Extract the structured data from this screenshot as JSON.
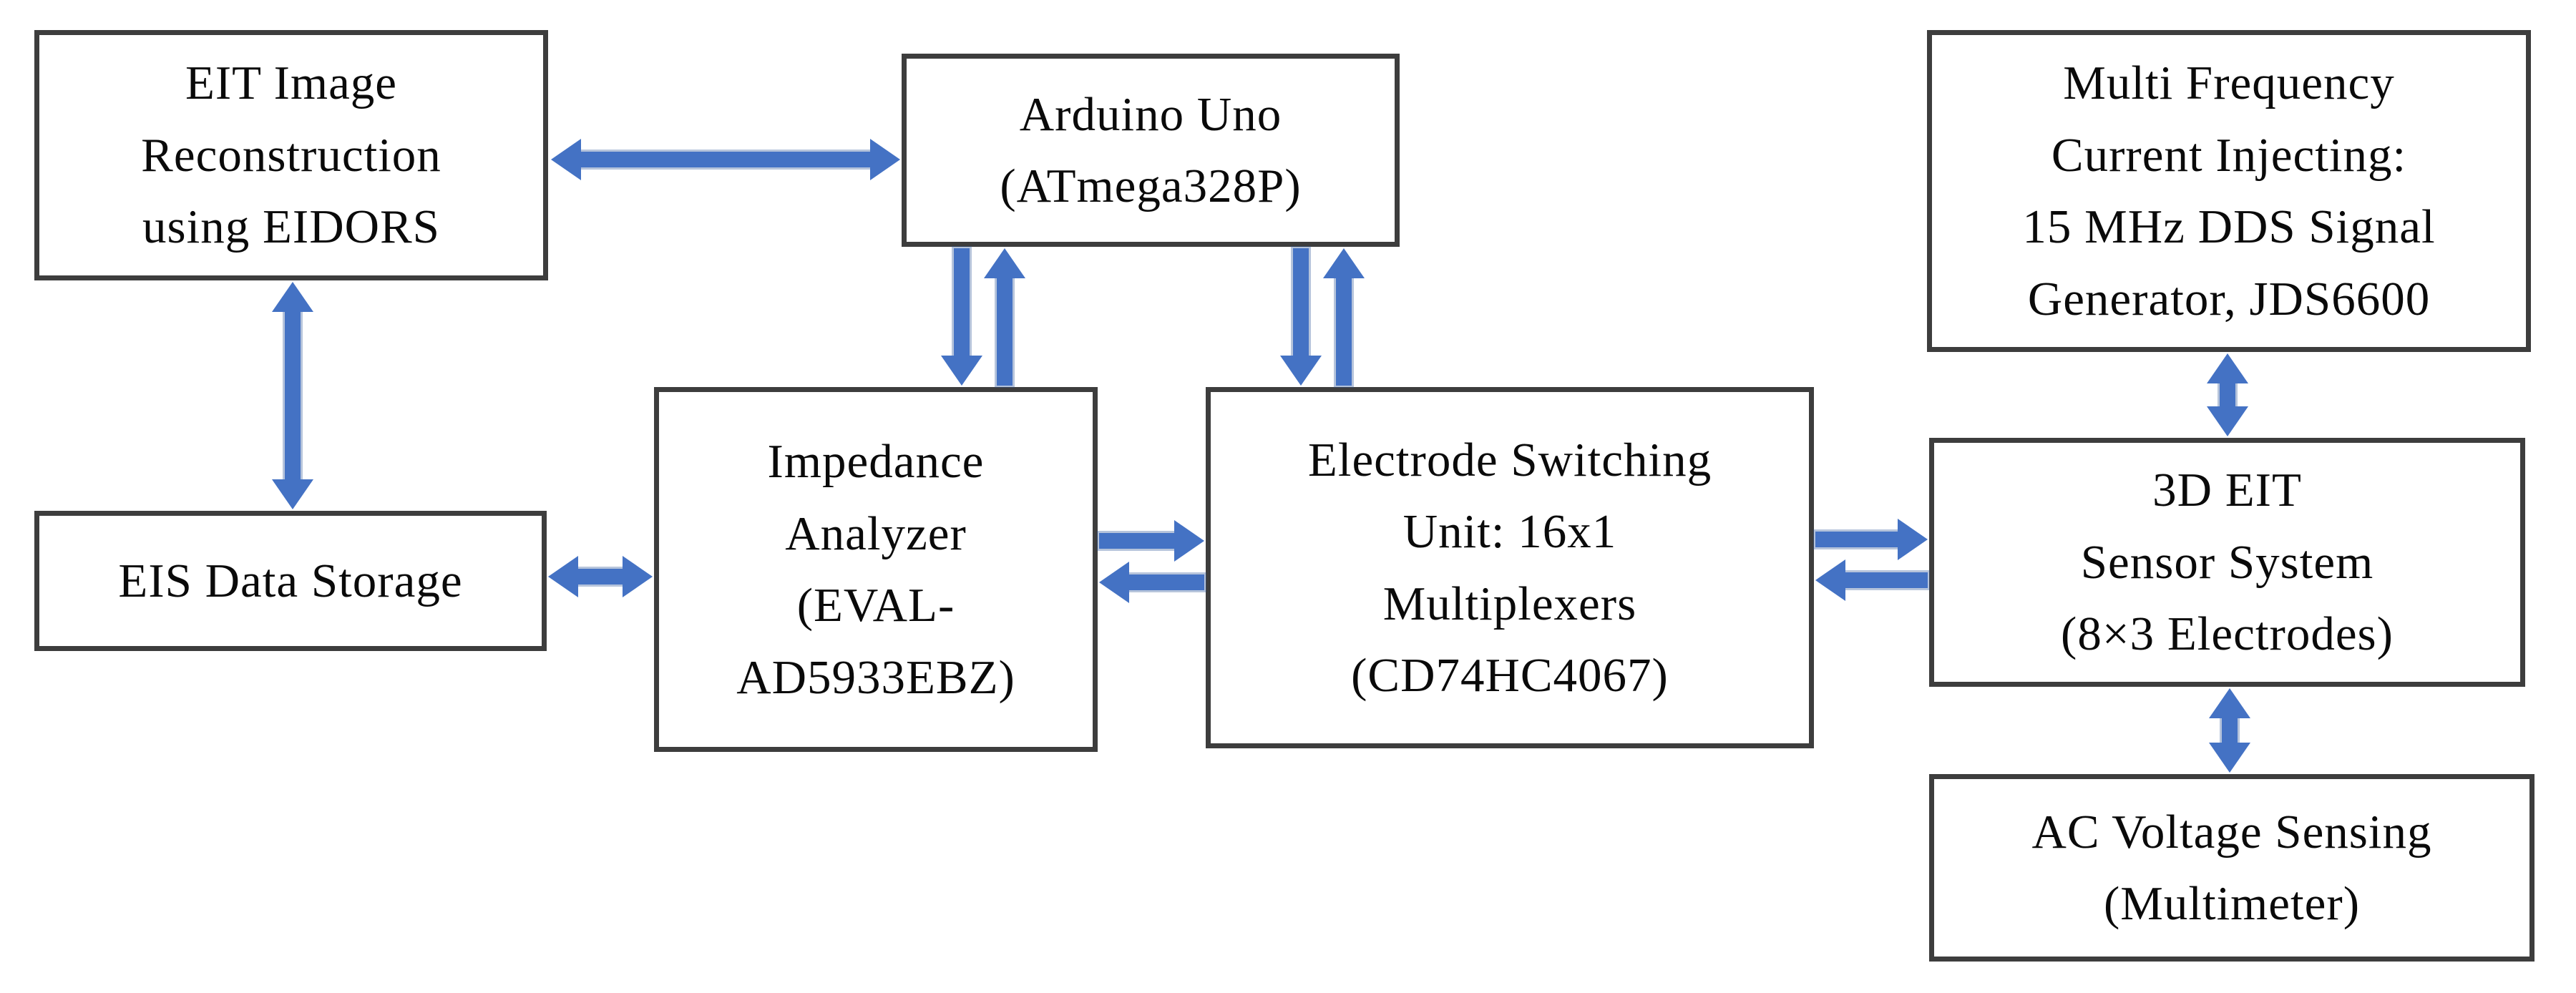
{
  "colors": {
    "arrow": "#4472C4",
    "arrow_outline": "#2F5597",
    "box_border": "#3D3D3D",
    "box_fill": "#FFFFFF",
    "text": "#0A0A0A",
    "background": "#FFFFFF"
  },
  "nodes": {
    "eit_reconstruction": {
      "label": "EIT Image\nReconstruction\nusing EIDORS"
    },
    "arduino": {
      "label": "Arduino Uno\n(ATmega328P)"
    },
    "multi_frequency": {
      "label": "Multi Frequency\nCurrent Injecting:\n15 MHz DDS Signal\nGenerator, JDS6600"
    },
    "eis_storage": {
      "label": "EIS Data Storage"
    },
    "impedance_analyzer": {
      "label": "Impedance\nAnalyzer\n(EVAL-\nAD5933EBZ)"
    },
    "electrode_switching": {
      "label": "Electrode Switching\nUnit: 16x1\nMultiplexers\n(CD74HC4067)"
    },
    "sensor_3d": {
      "label": "3D EIT\nSensor System\n(8×3 Electrodes)"
    },
    "ac_voltage": {
      "label": "AC Voltage Sensing\n(Multimeter)"
    }
  },
  "edges": [
    {
      "id": "eit-arduino",
      "from": "eit_reconstruction",
      "to": "arduino",
      "direction": "two-way"
    },
    {
      "id": "eit-eis",
      "from": "eit_reconstruction",
      "to": "eis_storage",
      "direction": "two-way"
    },
    {
      "id": "impedance-eis",
      "from": "impedance_analyzer",
      "to": "eis_storage",
      "direction": "two-way"
    },
    {
      "id": "arduino-impedance",
      "from": "arduino",
      "to": "impedance_analyzer",
      "direction": "one-way-down"
    },
    {
      "id": "impedance-arduino",
      "from": "impedance_analyzer",
      "to": "arduino",
      "direction": "one-way-up"
    },
    {
      "id": "arduino-esu",
      "from": "arduino",
      "to": "electrode_switching",
      "direction": "one-way-down"
    },
    {
      "id": "esu-arduino",
      "from": "electrode_switching",
      "to": "arduino",
      "direction": "one-way-up"
    },
    {
      "id": "impedance-esu",
      "from": "impedance_analyzer",
      "to": "electrode_switching",
      "direction": "one-way-right"
    },
    {
      "id": "esu-impedance",
      "from": "electrode_switching",
      "to": "impedance_analyzer",
      "direction": "one-way-left"
    },
    {
      "id": "esu-sensor",
      "from": "electrode_switching",
      "to": "sensor_3d",
      "direction": "one-way-right"
    },
    {
      "id": "sensor-esu",
      "from": "sensor_3d",
      "to": "electrode_switching",
      "direction": "one-way-left"
    },
    {
      "id": "multifreq-sensor",
      "from": "multi_frequency",
      "to": "sensor_3d",
      "direction": "two-way"
    },
    {
      "id": "sensor-ac",
      "from": "sensor_3d",
      "to": "ac_voltage",
      "direction": "two-way"
    }
  ]
}
